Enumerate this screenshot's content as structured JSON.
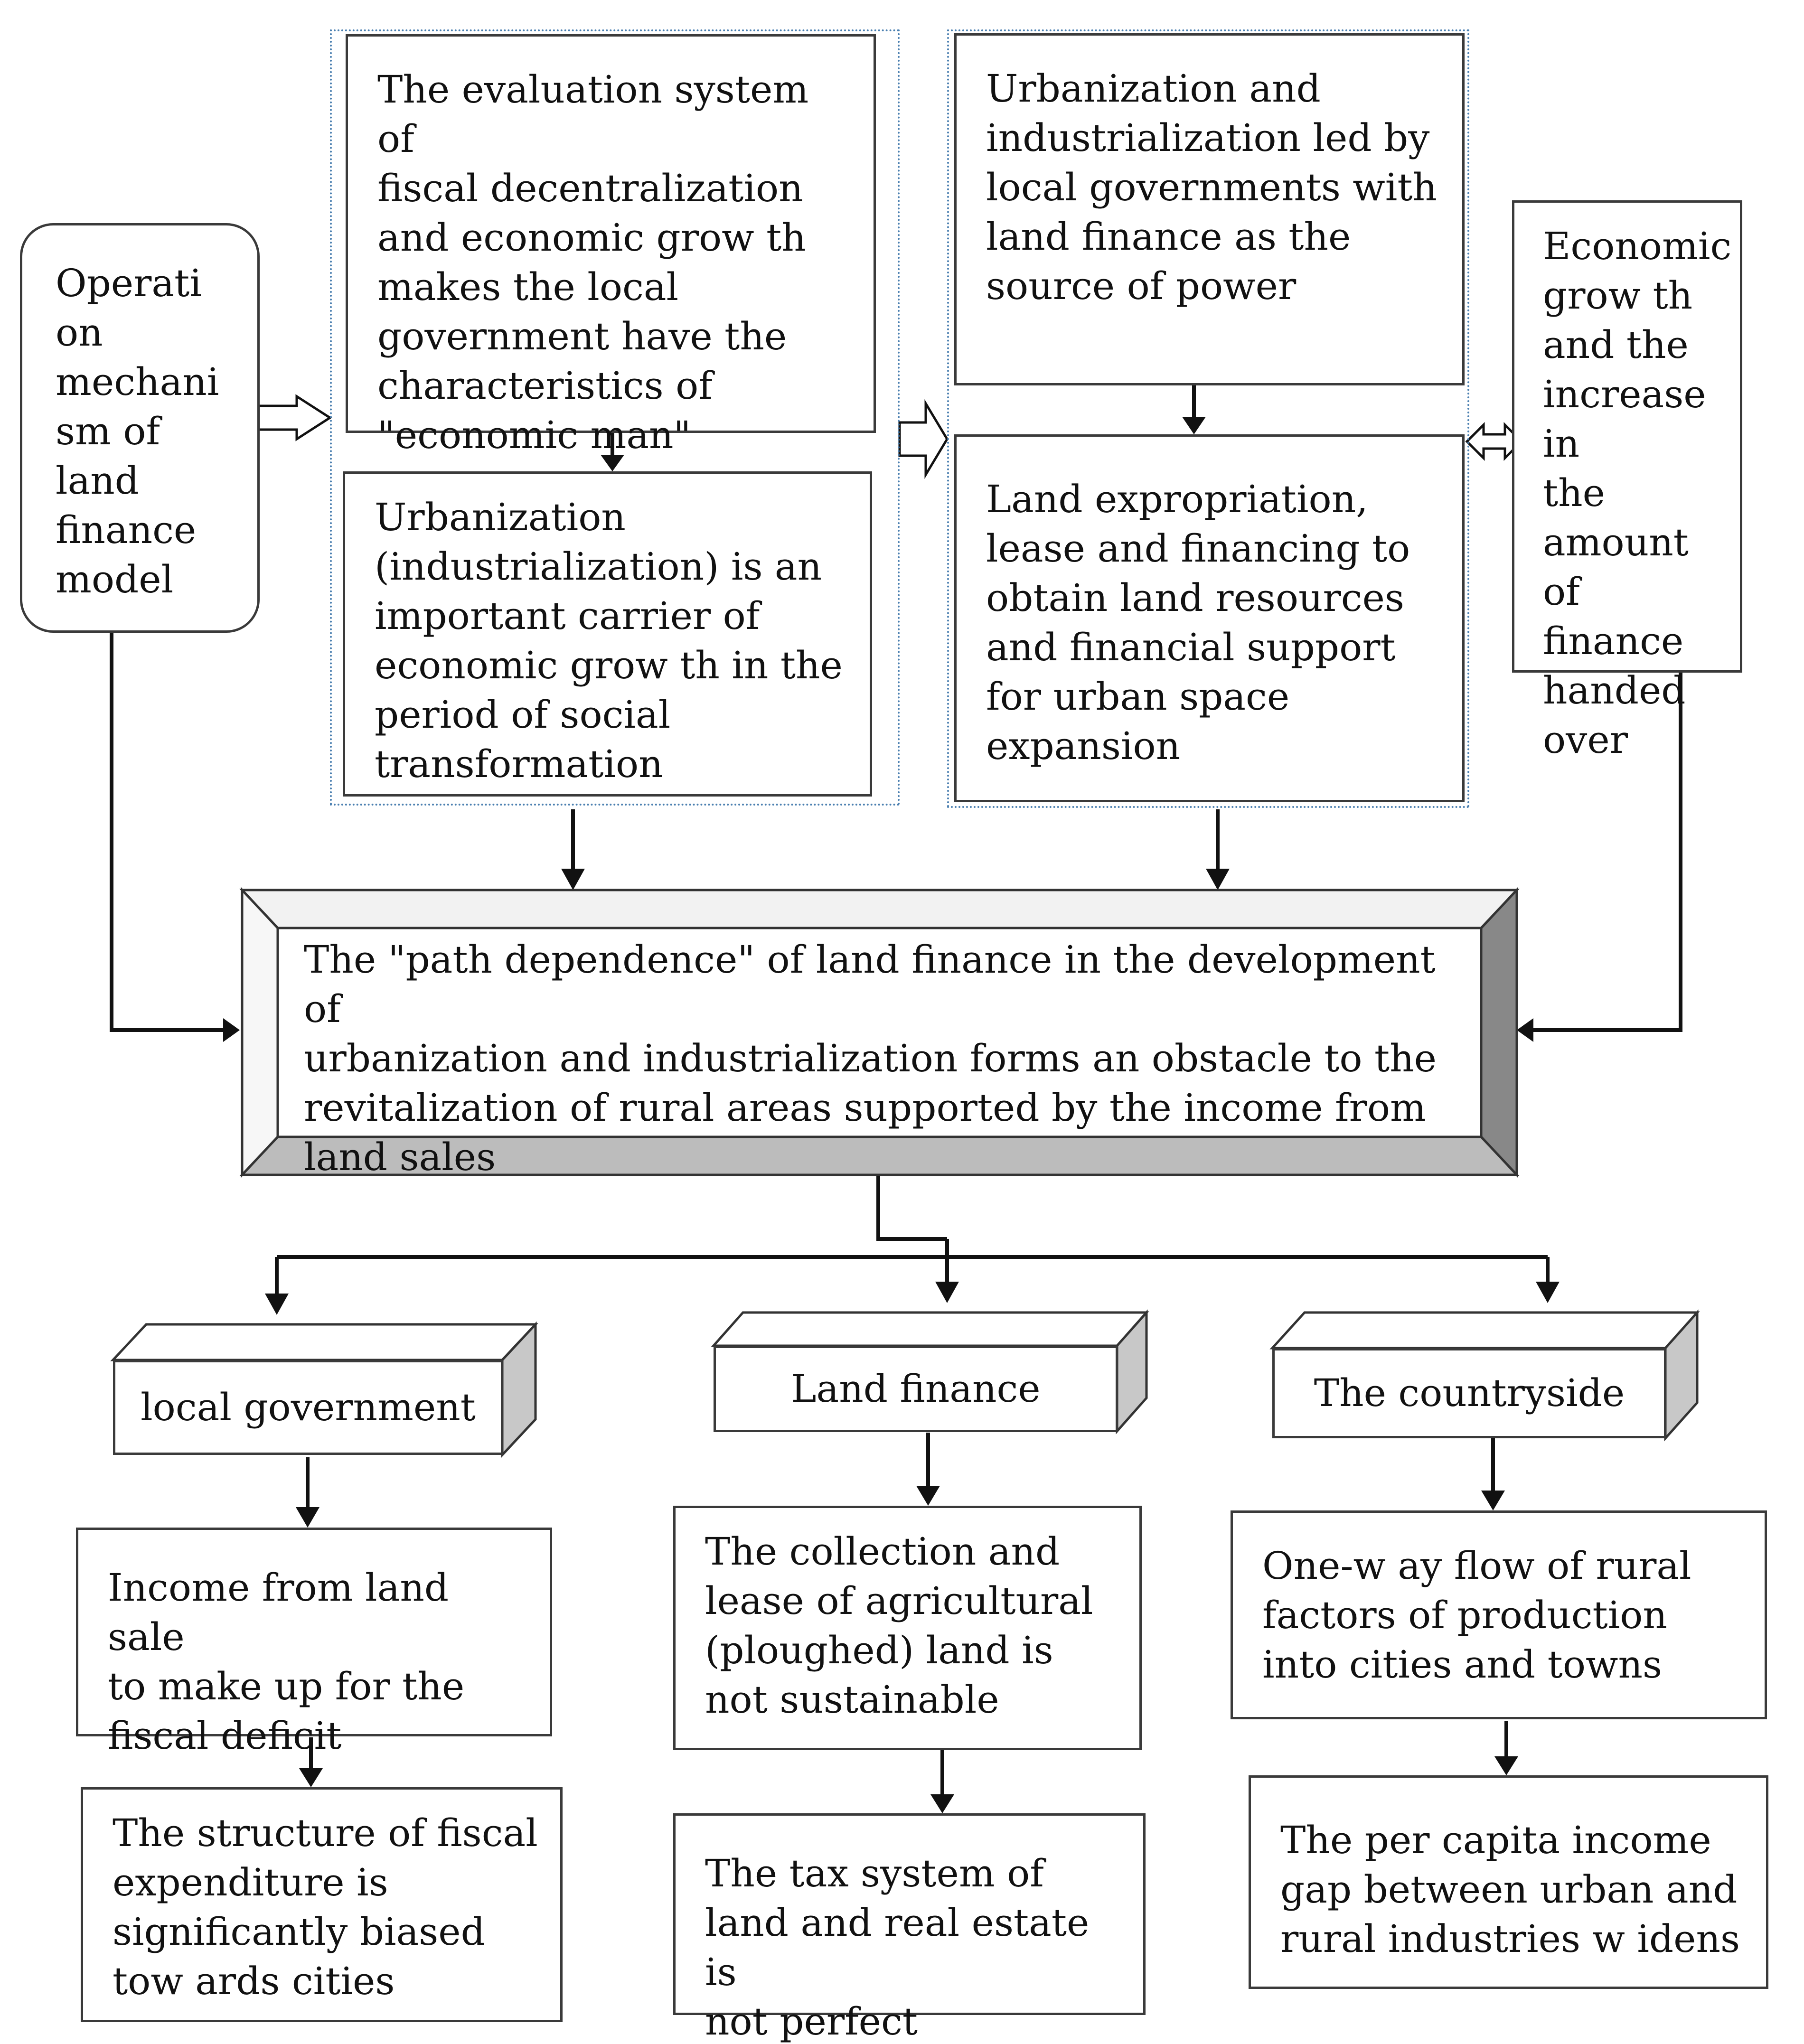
{
  "nodes": {
    "operation_mechanism": "Operati\non\nmechani\nsm of\nland\nfinance\nmodel",
    "evaluation_system": "The evaluation system of\nfiscal decentralization\nand economic grow th\nmakes the local\ngovernment have the\ncharacteristics of\n\"economic man\"",
    "urbanization_carrier": "Urbanization\n(industrialization) is an\nimportant carrier of\neconomic grow th in the\nperiod of social\ntransformation",
    "urbanization_led": "Urbanization and\nindustrialization led by\nlocal governments with\nland finance as the\nsource of power",
    "land_expropriation": "Land expropriation,\nlease and financing to\nobtain land resources\nand financial support\nfor urban space\nexpansion",
    "economic_growth": "Economic\ngrow th\nand the\nincrease in\nthe\namount of\nfinance\nhanded\nover",
    "path_dependence": "The \"path dependence\" of land finance in the development of\nurbanization and industrialization forms an obstacle to the\nrevitalization of rural areas supported by the income from\nland sales",
    "local_government": "local government",
    "land_finance": "Land finance",
    "countryside": "The countryside",
    "income_land_sale": "Income from land sale\nto make up for the\nfiscal deficit",
    "fiscal_structure": "The structure of fiscal\nexpenditure is\nsignificantly biased\ntow ards cities",
    "collection_lease": "The collection and\nlease of agricultural\n(ploughed) land is\nnot sustainable",
    "tax_system": "The tax system of\nland and real estate is\nnot perfect",
    "one_way_flow": "One-w ay flow of rural\nfactors of production\ninto cities and towns",
    "income_gap": "The per capita income\ngap between urban and\nrural industries w idens"
  }
}
